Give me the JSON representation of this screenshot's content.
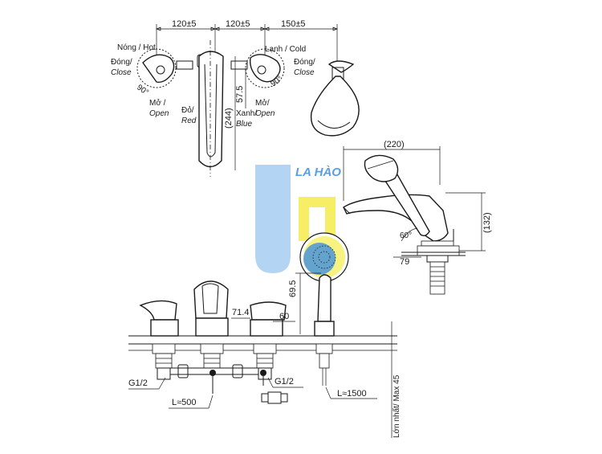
{
  "top_view": {
    "dims": [
      "120±5",
      "120±5",
      "150±5"
    ],
    "hot_label": "Nóng / Hot",
    "close_left": "Đóng/",
    "close_left_en": "Close",
    "angle_left": "90°",
    "open_left": "Mở /",
    "open_left_en": "Open",
    "red_label": "Đỏ/",
    "red_label_en": "Red",
    "dim_244": "(244)",
    "dim_57_5": "57.5",
    "blue_label": "Xanh/",
    "blue_label_en": "Blue",
    "cold_label": "Lạnh / Cold",
    "close_right": "Đóng/",
    "close_right_en": "Close",
    "angle_right": "90°",
    "open_right": "Mở/",
    "open_right_en": "Open"
  },
  "side_view": {
    "dim_220": "(220)",
    "dim_132": "(132)",
    "angle_60": "60°",
    "dim_79": "79"
  },
  "front_view": {
    "dim_69_5": "69.5",
    "dim_71_4": "71.4",
    "dim_60": "60",
    "g_left": "G1/2",
    "g_right": "G1/2",
    "l_500": "L≈500",
    "l_1500": "L≈1500",
    "max_thickness": "Lớn nhất/ Max 45"
  },
  "watermark": {
    "text": "LA HÀO",
    "colors": {
      "blue": "#3d8fe0",
      "light_blue": "#a8cdf2",
      "yellow": "#f5ec4a"
    }
  }
}
